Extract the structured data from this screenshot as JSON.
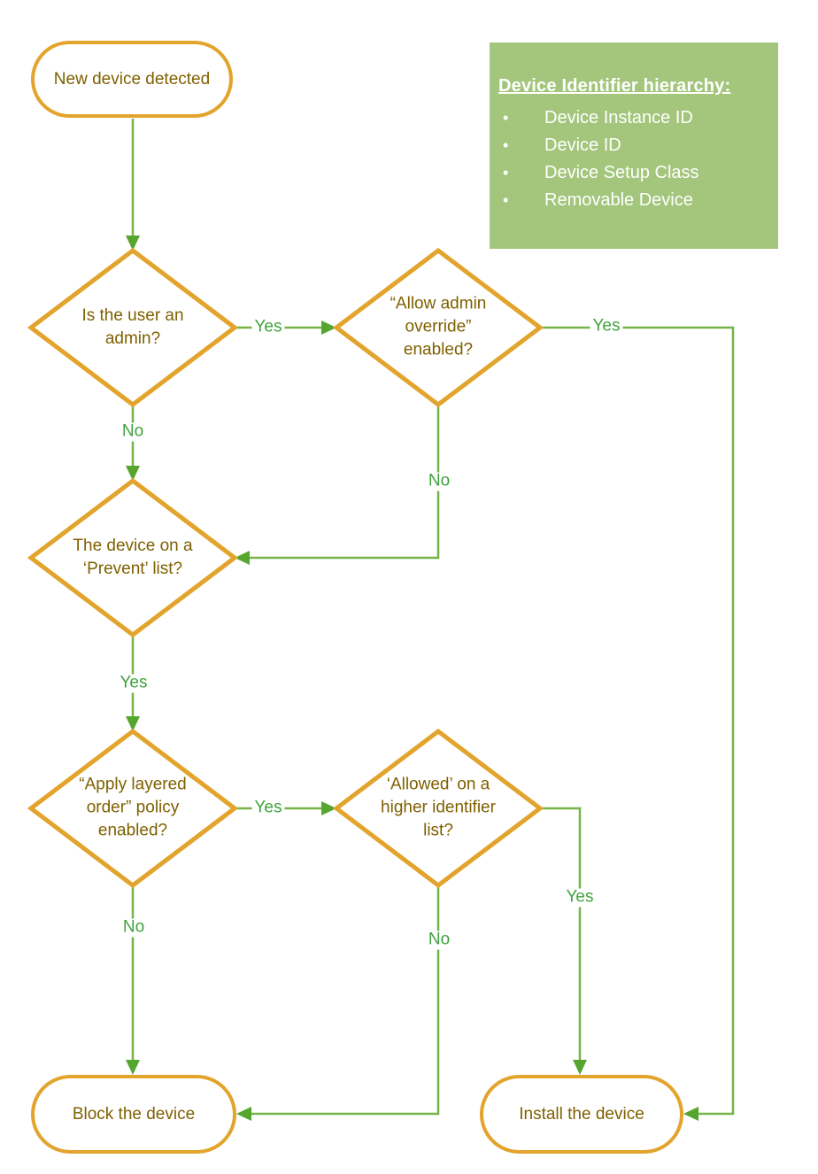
{
  "flowchart": {
    "start": {
      "label": "New device detected"
    },
    "decisions": {
      "admin": {
        "label": "Is the user an\nadmin?"
      },
      "override": {
        "label": "“Allow admin\noverride”\nenabled?"
      },
      "prevent": {
        "label": "The device on a\n‘Prevent’ list?"
      },
      "layered": {
        "label": "“Apply layered\norder” policy\nenabled?"
      },
      "allowed": {
        "label": "‘Allowed’ on a\nhigher identifier\nlist?"
      }
    },
    "terminals": {
      "block": {
        "label": "Block the device"
      },
      "install": {
        "label": "Install the device"
      }
    },
    "edge_labels": {
      "admin_yes": "Yes",
      "admin_no": "No",
      "override_yes": "Yes",
      "override_no": "No",
      "prevent_yes": "Yes",
      "layered_yes": "Yes",
      "layered_no": "No",
      "allowed_yes": "Yes",
      "allowed_no": "No"
    },
    "legend": {
      "title": "Device Identifier hierarchy:",
      "bullet": "•",
      "items": [
        "Device Instance ID",
        "Device ID",
        "Device Setup Class",
        "Removable Device"
      ]
    },
    "colors": {
      "node_border": "#E2A42C",
      "node_text": "#7F6000",
      "connector": "#76B349",
      "arrowhead": "#55A62F",
      "edge_label_text": "#3FA33C",
      "legend_bg": "#A3C67C",
      "legend_text": "#FFFFFF"
    }
  }
}
